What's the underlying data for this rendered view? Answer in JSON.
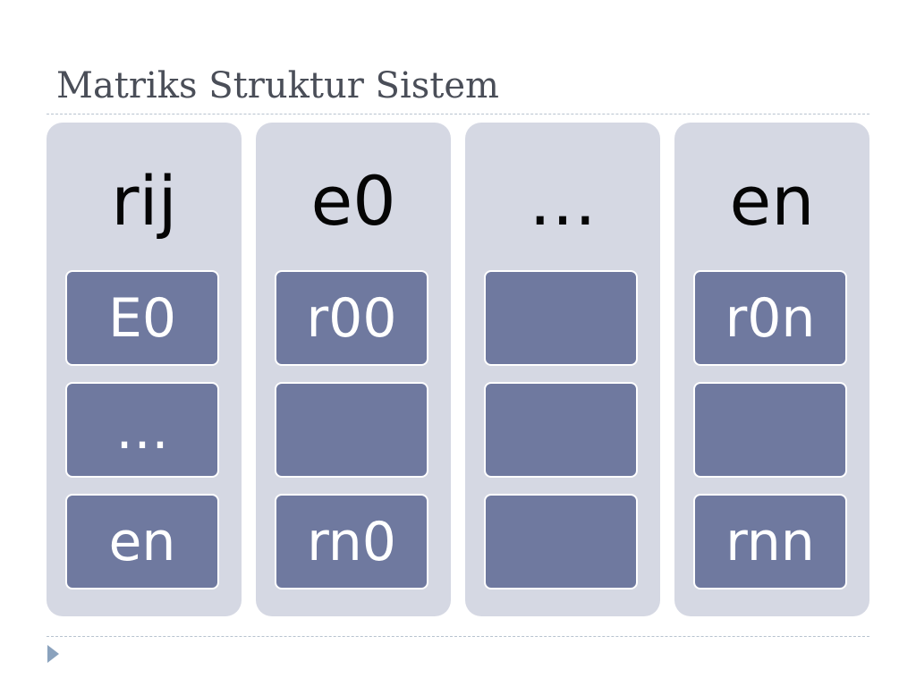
{
  "slide": {
    "title": "Matriks Struktur Sistem"
  },
  "columns": [
    {
      "header": "rij",
      "cells": [
        "E0",
        "…",
        "en"
      ]
    },
    {
      "header": "e0",
      "cells": [
        "r00",
        "",
        "rn0"
      ]
    },
    {
      "header": "…",
      "cells": [
        "",
        "",
        ""
      ]
    },
    {
      "header": "en",
      "cells": [
        "r0n",
        "",
        "rnn"
      ]
    }
  ],
  "colors": {
    "column_background": "#d5d8e3",
    "cell_background": "#6f799f",
    "cell_text": "#ffffff",
    "header_text": "#050505",
    "title_text": "#4a4e58",
    "rule": "#b8c3cf",
    "bullet": "#8aa2bd"
  },
  "icons": {
    "footer_bullet": "triangle-bullet-icon"
  }
}
